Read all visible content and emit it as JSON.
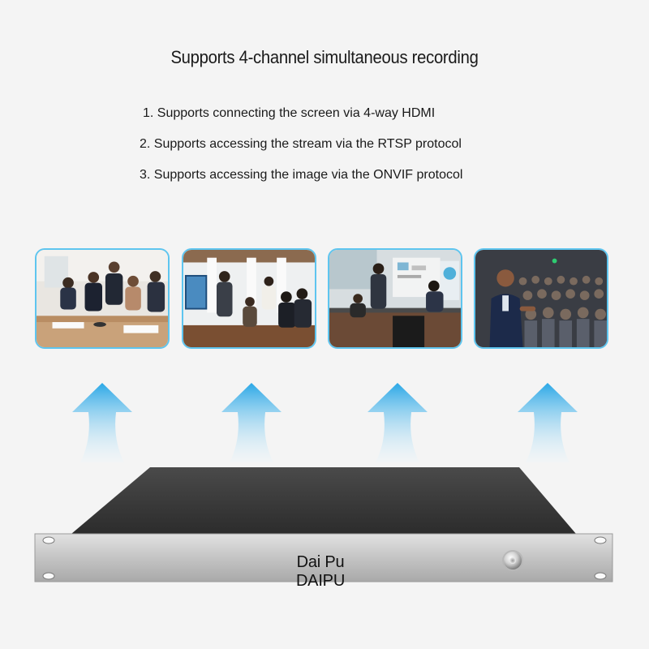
{
  "title": "Supports 4-channel simultaneous recording",
  "features": [
    "1. Supports connecting the screen via 4-way HDMI",
    "2. Supports accessing the stream via the RTSP protocol",
    "3. Supports accessing the image via the ONVIF protocol"
  ],
  "scenes": [
    {
      "depicts": "meeting-around-table"
    },
    {
      "depicts": "presentation-at-screen"
    },
    {
      "depicts": "whiteboard-presentation"
    },
    {
      "depicts": "speaker-with-audience"
    }
  ],
  "device": {
    "brand_label": "Dai Pu DAIPU",
    "power_button": "power-button"
  },
  "colors": {
    "frame_border": "#5ec5ef",
    "arrow_top": "#2aa7e6",
    "arrow_bottom": "#e8f6fd",
    "device_top": "#3a3a3a",
    "panel": "#c9c9c9"
  }
}
